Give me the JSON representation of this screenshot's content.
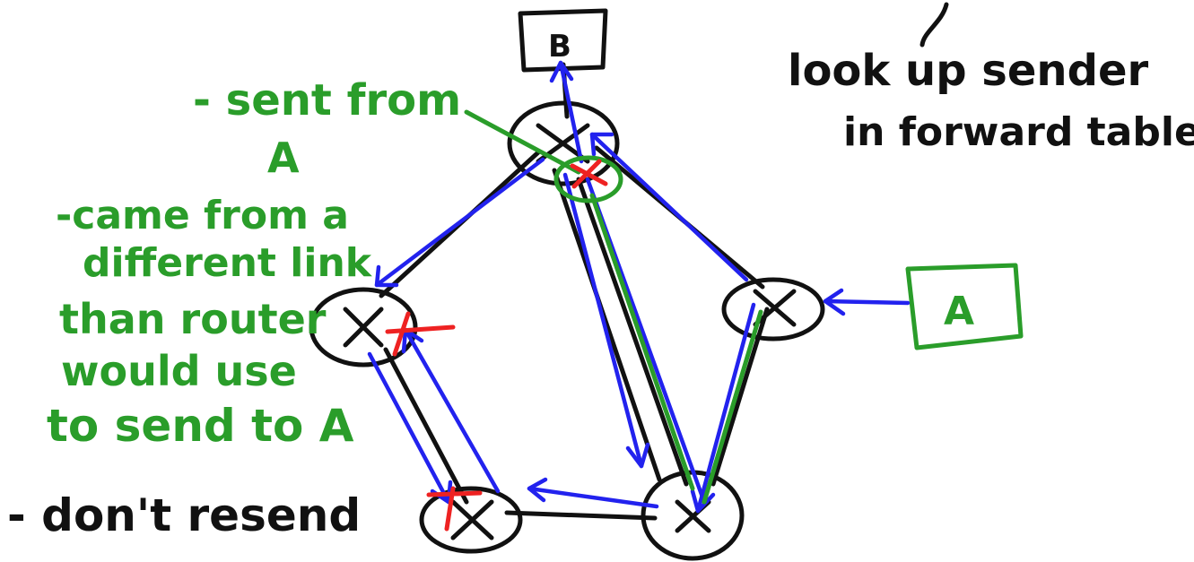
{
  "nodes": {
    "host_b": "B",
    "host_a": "A"
  },
  "notes": {
    "sent_from": [
      "- sent from",
      "A"
    ],
    "came_from": [
      "-came from a",
      "different link",
      "than router",
      "would use",
      "to send to A"
    ],
    "dont_resend": "- don't resend",
    "lookup": [
      "look up sender",
      "in forward table"
    ]
  },
  "colors": {
    "ink": "#111111",
    "broadcast": "#2222ee",
    "reverse_path": "#2a9d2a",
    "rejected": "#ee2222"
  }
}
